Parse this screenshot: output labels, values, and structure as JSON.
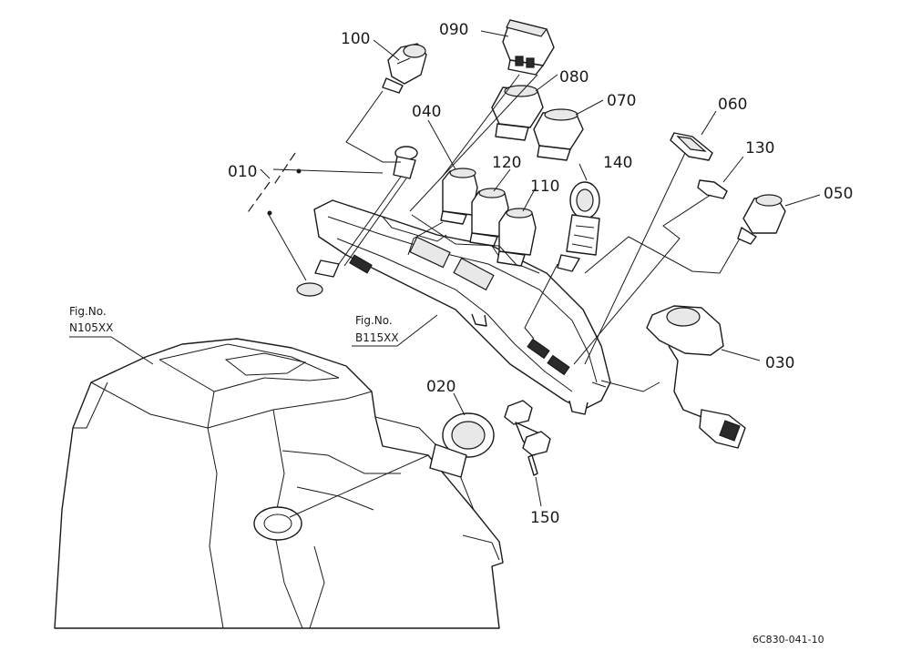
{
  "diagram": {
    "part_labels": {
      "p100": "100",
      "p090": "090",
      "p080": "080",
      "p070": "070",
      "p040": "040",
      "p120": "120",
      "p110": "110",
      "p140": "140",
      "p060": "060",
      "p130": "130",
      "p050": "050",
      "p010": "010",
      "p030": "030",
      "p020": "020",
      "p150": "150"
    },
    "references": {
      "fig_left_title": "Fig.No.",
      "fig_left_code": "N105XX",
      "fig_center_title": "Fig.No.",
      "fig_center_code": "B115XX"
    },
    "drawing_code": "6C830-041-10"
  }
}
